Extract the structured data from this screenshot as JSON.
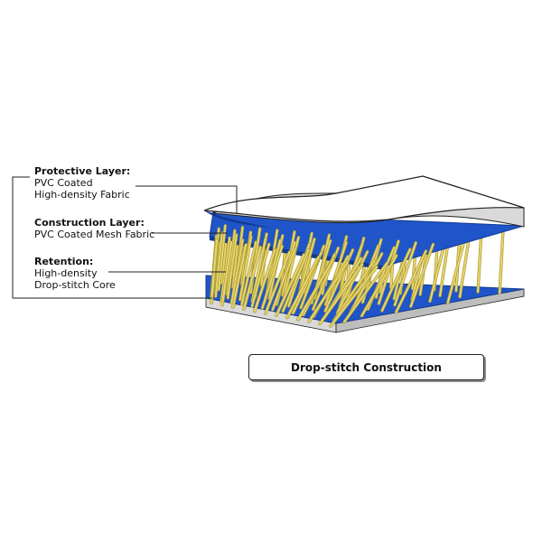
{
  "colors": {
    "fabric_blue": "#1f55c8",
    "fabric_blue_dark": "#123a8f",
    "thread_yellow": "#e8d46a",
    "thread_outline": "#a89a3a",
    "top_sheet": "#ffffff",
    "sheet_shadow": "#d9d9d9",
    "outline": "#222222"
  },
  "labels": {
    "protective": {
      "heading": "Protective Layer:",
      "line1": "PVC Coated",
      "line2": "High-density Fabric"
    },
    "construction": {
      "heading": "Construction Layer:",
      "line1": "PVC Coated Mesh Fabric"
    },
    "retention": {
      "heading": "Retention:",
      "line1": "High-density",
      "line2": "Drop-stitch Core"
    }
  },
  "caption": "Drop-stitch Construction"
}
